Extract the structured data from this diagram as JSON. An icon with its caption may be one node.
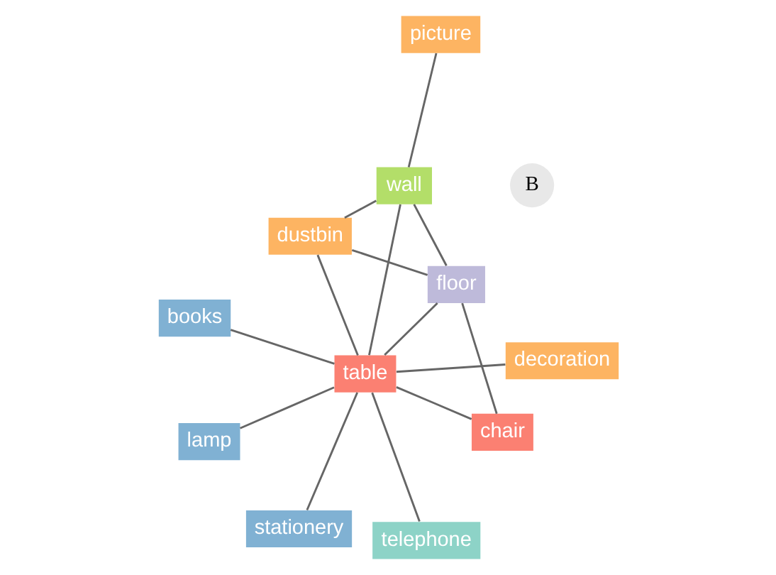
{
  "diagram": {
    "nodes": [
      {
        "text": [
          "dustbin"
        ]
      },
      {
        "text": [
          "picture"
        ]
      },
      {
        "text": [
          "stationery"
        ]
      },
      {
        "text": [
          "wall"
        ]
      },
      {
        "text": [
          "decoration"
        ]
      },
      {
        "text": [
          "books"
        ]
      },
      {
        "text": [
          "table"
        ]
      },
      {
        "text": [
          "floor"
        ]
      },
      {
        "text": [
          "lamp"
        ]
      },
      {
        "text": [
          "chair"
        ]
      },
      {
        "text": [
          "telephone"
        ]
      }
    ],
    "edges": [
      {
        "from": 6,
        "to": 0,
        "arrow": "none"
      },
      {
        "from": 6,
        "to": 3,
        "arrow": "none"
      },
      {
        "from": 6,
        "to": 7,
        "arrow": "none"
      },
      {
        "from": 6,
        "to": 9,
        "arrow": "none"
      },
      {
        "from": 6,
        "to": 8,
        "arrow": "none"
      },
      {
        "from": 6,
        "to": 10,
        "arrow": "none"
      },
      {
        "from": 6,
        "to": 5,
        "arrow": "none"
      },
      {
        "from": 6,
        "to": 2,
        "arrow": "none"
      },
      {
        "from": 6,
        "to": 4,
        "arrow": "none"
      },
      {
        "from": 0,
        "to": 3,
        "arrow": "none"
      },
      {
        "from": 0,
        "to": 7,
        "arrow": "none"
      },
      {
        "from": 3,
        "to": 1,
        "arrow": "none"
      },
      {
        "from": 3,
        "to": 7,
        "arrow": "none"
      },
      {
        "from": 7,
        "to": 9,
        "arrow": "none"
      }
    ],
    "labels": [
      "B"
    ]
  }
}
